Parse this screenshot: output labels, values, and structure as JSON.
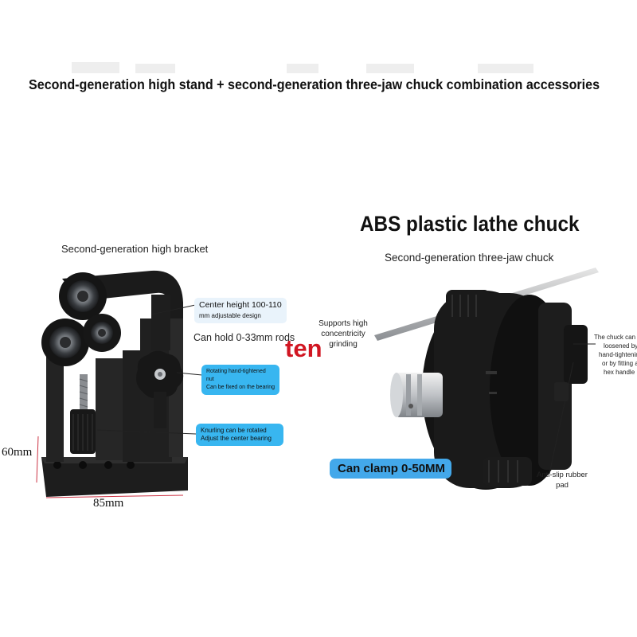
{
  "headline": "Second-generation high stand + second-generation three-jaw chuck combination accessories",
  "bracket": {
    "title": "Second-generation high bracket",
    "height_callout_main": "Center height 100-110",
    "height_callout_sub": "mm adjustable design",
    "rods_label": "Can hold 0-33mm rods",
    "nut_tag_line1": "Rotating hand-tightened nut",
    "nut_tag_line2": "Can be fixed on the bearing",
    "knurl_tag_line1": "Knurling can be rotated",
    "knurl_tag_line2": "Adjust the center bearing",
    "dim_height": "60mm",
    "dim_width": "85mm"
  },
  "divider_text": "ten",
  "chuck": {
    "title": "ABS plastic lathe chuck",
    "subtitle": "Second-generation three-jaw chuck",
    "grinding_line1": "Supports high",
    "grinding_line2": "concentricity",
    "grinding_line3": "grinding",
    "loosen_line1": "The chuck can be",
    "loosen_line2": "loosened by",
    "loosen_line3": "hand-tightening",
    "loosen_line4": "or by fitting a",
    "loosen_line5": "hex handle",
    "clamp_label": "Can clamp 0-50MM",
    "pad_line1": "Anti-slip rubber",
    "pad_line2": "pad"
  },
  "colors": {
    "accent_red": "#d11622",
    "accent_blue": "#43a8ea",
    "product_black": "#1a1a1a"
  }
}
